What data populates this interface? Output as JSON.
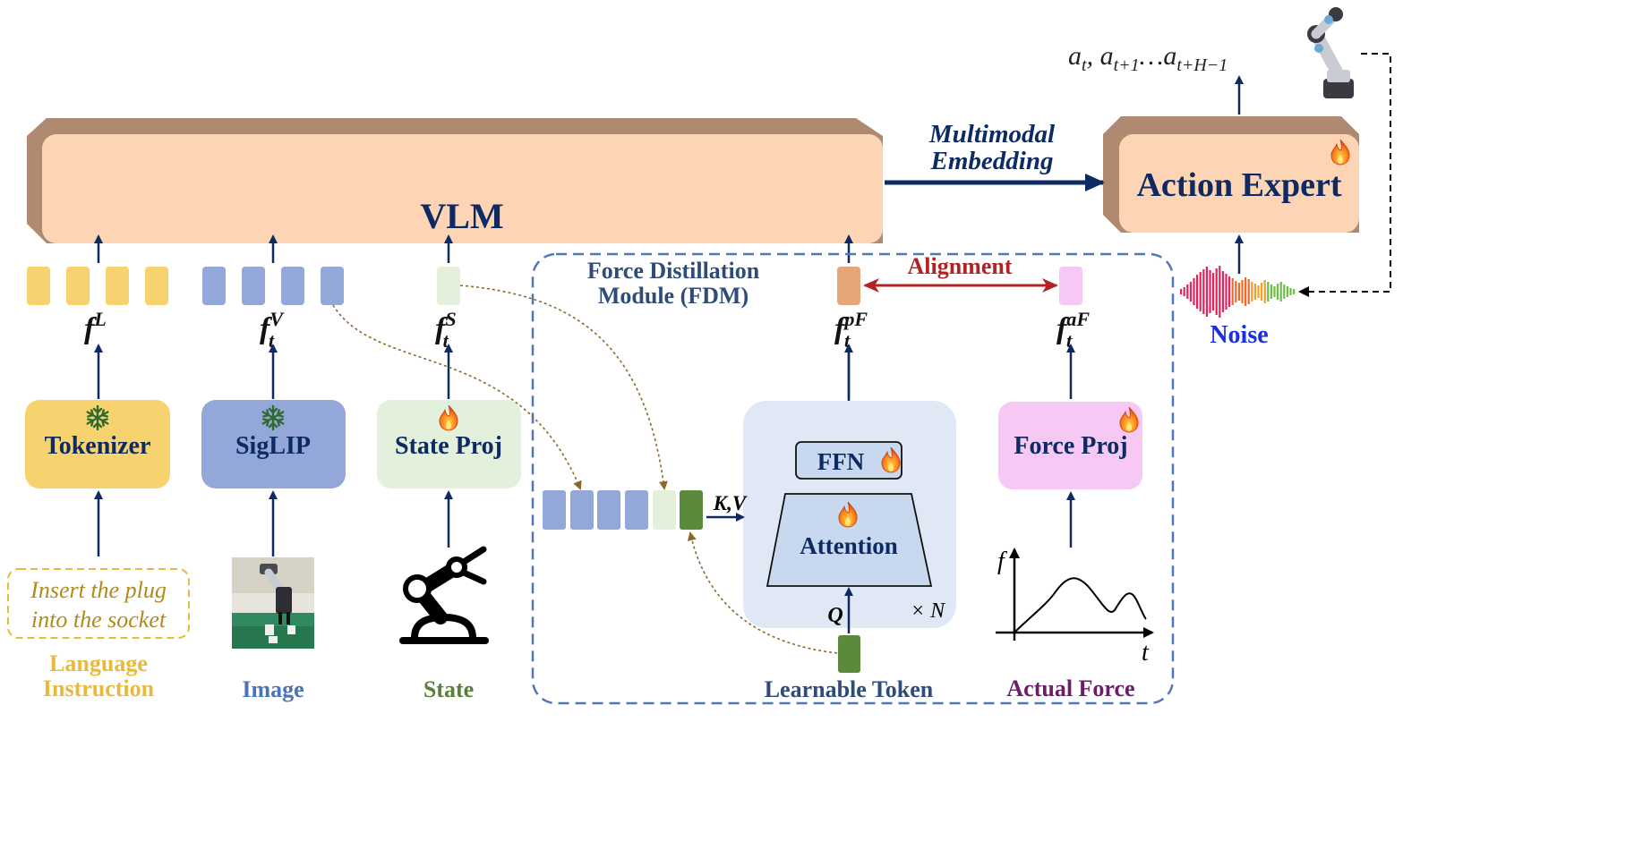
{
  "vlm": {
    "label": "VLM"
  },
  "action_expert": {
    "label": "Action Expert"
  },
  "multimodal": {
    "line1": "Multimodal",
    "line2": "Embedding"
  },
  "output_actions": {
    "a": "a",
    "t": "t",
    "comma": ",",
    "t1": "t+1",
    "dots": "…",
    "tH": "t+H−1"
  },
  "noise": {
    "label": "Noise"
  },
  "fdm": {
    "title_line1": "Force Distillation",
    "title_line2": "Module (FDM)",
    "alignment": "Alignment",
    "ffn": "FFN",
    "attention": "Attention",
    "times_n": "× N",
    "kv": "K,V",
    "q": "Q",
    "learnable_token": "Learnable Token"
  },
  "features": {
    "fL": {
      "base": "f",
      "sup": "L",
      "sub": ""
    },
    "fV": {
      "base": "f",
      "sup": "V",
      "sub": "t"
    },
    "fS": {
      "base": "f",
      "sup": "S",
      "sub": "t"
    },
    "fpF": {
      "base": "f",
      "sup": "pF",
      "sub": "t"
    },
    "faF": {
      "base": "f",
      "sup": "aF",
      "sub": "t"
    }
  },
  "modules": {
    "tokenizer": "Tokenizer",
    "siglip": "SigLIP",
    "state_proj": "State Proj",
    "force_proj": "Force Proj"
  },
  "inputs": {
    "instruction_line1": "Insert the plug",
    "instruction_line2": "into the socket",
    "language_line1": "Language",
    "language_line2": "Instruction",
    "image": "Image",
    "state": "State",
    "actual_force": "Actual Force"
  },
  "force_plot": {
    "ylabel": "f",
    "xlabel": "t"
  },
  "colors": {
    "vlm_face": "#fdd5b5",
    "vlm_shadow": "#b08a70",
    "navy": "#0d2a63",
    "language": "#f7d36f",
    "siglip": "#93a8d8",
    "state": "#e3f0dc",
    "state_text": "#5b7f3b",
    "force_proj": "#f7c8f4",
    "force_text": "#6b1d6b",
    "learnable": "#5b8a3c",
    "pf_token": "#e6a67a",
    "af_token": "#f7c8f4",
    "fdm_border": "#4f78b8",
    "fdm_title": "#2e4b7a",
    "alignment": "#b22222",
    "noise": "#1a2fe0",
    "attention_panel": "#dfe8f4",
    "attention_box": "#c8d8ee",
    "dashed_brown": "#8a6a2a",
    "language_text": "#e8b93a",
    "image_text": "#4a74b4"
  },
  "icons": [
    "snowflake-icon",
    "flame-icon",
    "robot-arm-icon",
    "robot-photo-icon",
    "waveform-icon",
    "force-curve-icon"
  ]
}
